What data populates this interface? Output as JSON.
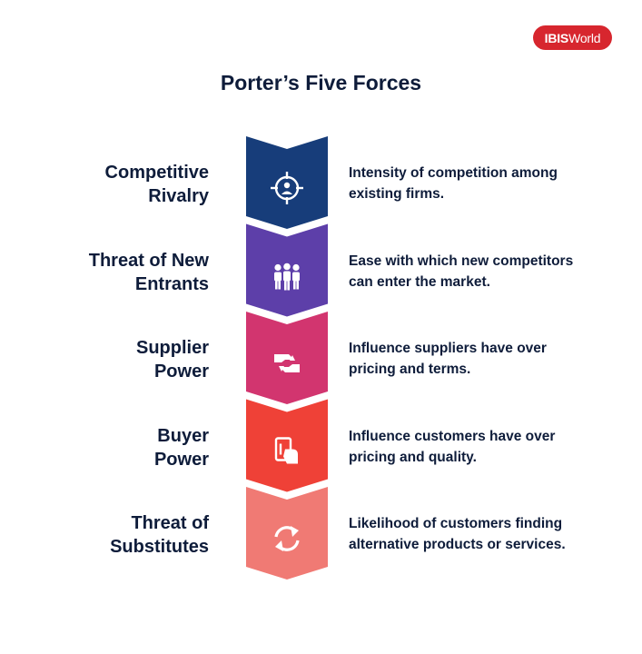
{
  "brand": {
    "logo_bold": "IBIS",
    "logo_regular": "World",
    "logo_color": "#d7262e"
  },
  "title": "Porter’s Five Forces",
  "forces": [
    {
      "label": "Competitive\nRivalry",
      "description": "Intensity of competition among\nexisting firms.",
      "color": "#173d7a",
      "icon": "target-person-icon"
    },
    {
      "label": "Threat of New\nEntrants",
      "description": "Ease with which new competitors\ncan enter the market.",
      "color": "#5d3fa9",
      "icon": "group-people-icon"
    },
    {
      "label": "Supplier\nPower",
      "description": "Influence suppliers have over\npricing and terms.",
      "color": "#d2356f",
      "icon": "handshake-icon"
    },
    {
      "label": "Buyer\nPower",
      "description": " Influence customers have over\npricing and quality.",
      "color": "#ef4137",
      "icon": "card-payment-icon"
    },
    {
      "label": "Threat of\nSubstitutes",
      "description": "Likelihood of customers finding\nalternative products or services.",
      "color": "#f07a74",
      "icon": "refresh-cycle-icon"
    }
  ]
}
